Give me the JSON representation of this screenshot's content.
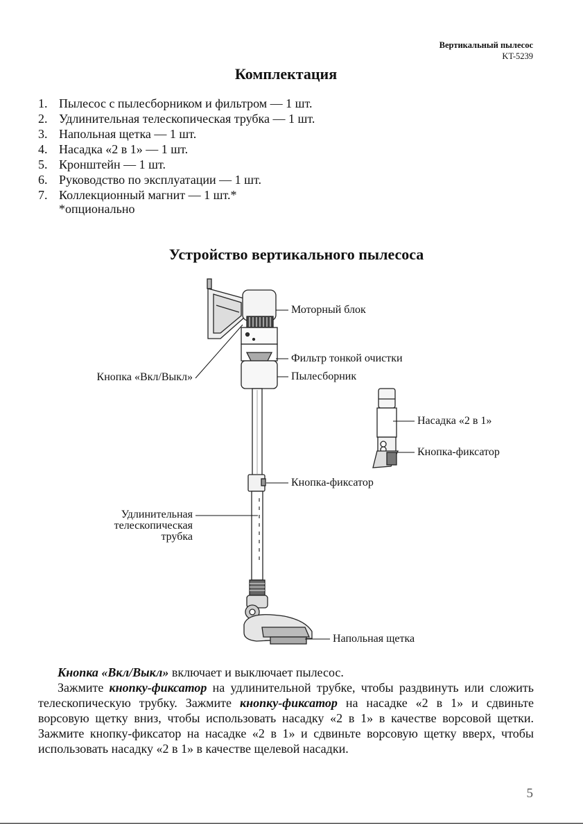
{
  "header": {
    "title": "Вертикальный пылесос",
    "model": "KT-5239"
  },
  "section1": {
    "title": "Комплектация",
    "items": [
      {
        "num": "1.",
        "text": "Пылесос с пылесборником и фильтром — 1 шт."
      },
      {
        "num": "2.",
        "text": "Удлинительная телескопическая трубка — 1 шт."
      },
      {
        "num": "3.",
        "text": "Напольная щетка — 1 шт."
      },
      {
        "num": "4.",
        "text": "Насадка «2 в 1» — 1 шт."
      },
      {
        "num": "5.",
        "text": "Кронштейн — 1 шт."
      },
      {
        "num": "6.",
        "text": "Руководство по эксплуатации — 1 шт."
      },
      {
        "num": "7.",
        "text": "Коллекционный магнит — 1 шт.*"
      }
    ],
    "note": "*опционально"
  },
  "section2": {
    "title": "Устройство вертикального пылесоса",
    "labels": {
      "motor": "Моторный блок",
      "filter": "Фильтр тонкой очистки",
      "power": "Кнопка «Вкл/Выкл»",
      "dust": "Пылесборник",
      "nozzle": "Насадка «2 в 1»",
      "nozzle_lock": "Кнопка-фиксатор",
      "tube_lock": "Кнопка-фиксатор",
      "tube_line1": "Удлинительная",
      "tube_line2": "телескопическая",
      "tube_line3": "трубка",
      "brush": "Напольная щетка"
    }
  },
  "text": {
    "p1_em": "Кнопка «Вкл/Выкл»",
    "p1_rest": " включает и выключает пылесос.",
    "p2_a": "Зажмите ",
    "p2_em1": "кнопку-фиксатор",
    "p2_b": " на удлинительной трубке, чтобы раздвинуть или сложить телескопическую трубку. Зажмите ",
    "p2_em2": "кнопку-фиксатор",
    "p2_c": " на насадке «2 в 1» и сдвиньте ворсовую щетку вниз, чтобы использовать насадку «2 в 1» в качестве ворсовой щетки. Зажмите кнопку-фиксатор на насадке «2 в 1» и сдвиньте ворсовую щетку вверх, чтобы использовать насадку «2 в 1» в качестве щелевой насадки."
  },
  "page_number": "5"
}
